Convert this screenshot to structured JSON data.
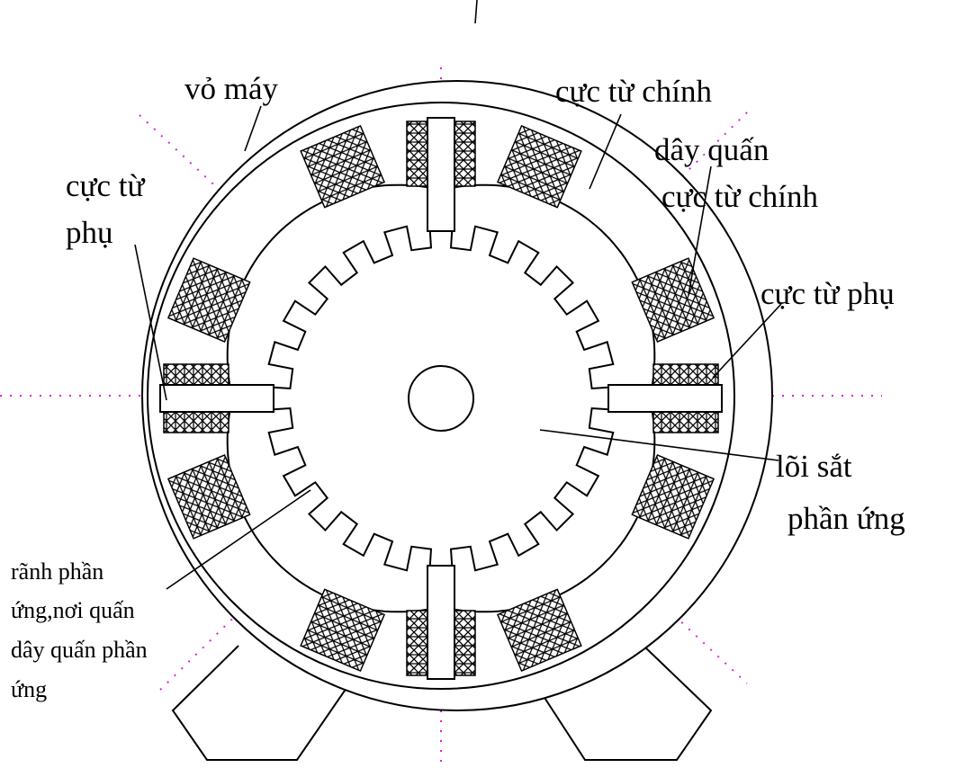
{
  "labels": {
    "frame": "vỏ máy",
    "main_pole": "cực từ chính",
    "main_pole_winding_line1": "dây quấn",
    "main_pole_winding_line2": "cực từ chính",
    "aux_pole_left_line1": "cực từ",
    "aux_pole_left_line2": "phụ",
    "aux_pole_right": "cực từ phụ",
    "armature_core_line1": "lõi sắt",
    "armature_core_line2": "phần ứng",
    "armature_slot_line1": "rãnh phần",
    "armature_slot_line2": "ứng,nơi quấn",
    "armature_slot_line3": "dây quấn phần",
    "armature_slot_line4": "ứng"
  },
  "colors": {
    "line": "#000000",
    "guide": "#e21ee2",
    "background": "#ffffff"
  }
}
